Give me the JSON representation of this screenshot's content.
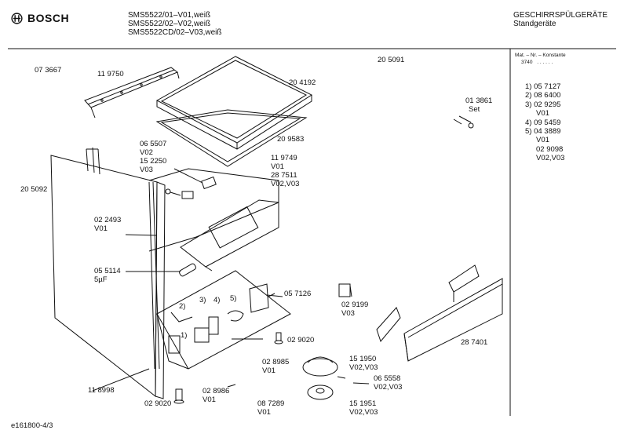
{
  "header": {
    "brand": "BOSCH",
    "models": [
      "SMS5522/01–V01,weiß",
      "SMS5522/02–V02,weiß",
      "SMS5522CD/02–V03,weiß"
    ],
    "category": "GESCHIRRSPÜLGERÄTE",
    "subcategory": "Standgeräte"
  },
  "legend": {
    "heading": "Mat. – Nr. – Konstante",
    "constant": "3740",
    "dots": ". . . . . .",
    "items": [
      "1)  05 7127",
      "2)  08 6400",
      "3)  02 9295",
      "V01",
      "4)  09 5459",
      "5)  04 3889",
      "V01",
      "02 9098",
      "V02,V03"
    ]
  },
  "parts": {
    "p073667": "07 3667",
    "p119750": "11 9750",
    "p205091": "20 5091",
    "p204192": "20 4192",
    "p209583": "20 9583",
    "p013861": "01 3861",
    "set": "Set",
    "p065507": "06 5507",
    "v02a": "V02",
    "p152250": "15 2250",
    "v03a": "V03",
    "p119749": "11 9749",
    "v01a": "V01",
    "p287511": "28 7511",
    "v0203a": "V02,V03",
    "p205092": "20 5092",
    "p022493": "02 2493",
    "v01b": "V01",
    "p055114": "05 5114",
    "cap": "5µF",
    "p057126": "05 7126",
    "p029199": "02 9199",
    "v03b": "V03",
    "p029020a": "02 9020",
    "p028985": "02 8985",
    "v01c": "V01",
    "p151950": "15 1950",
    "v0203b": "V02,V03",
    "p065558": "06 5558",
    "v0203c": "V02,V03",
    "p287401": "28 7401",
    "p118998": "11 8998",
    "p029020b": "02 9020",
    "p028986": "02 8986",
    "v01d": "V01",
    "p087289": "08 7289",
    "v01e": "V01",
    "p151951": "15 1951",
    "v0203d": "V02,V03",
    "c1": "1)",
    "c2": "2)",
    "c3": "3)",
    "c4": "4)",
    "c5": "5)"
  },
  "footer": {
    "drawing_no": "e161800-4/3"
  }
}
